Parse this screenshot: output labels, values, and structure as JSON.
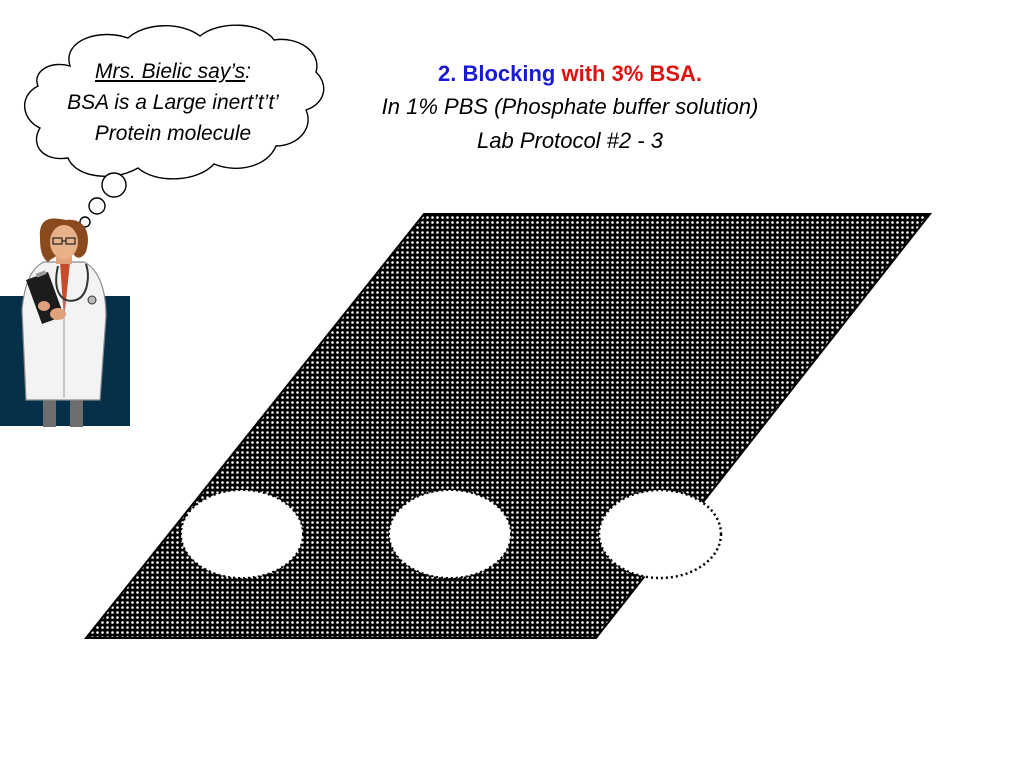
{
  "title": {
    "part_number": "2.",
    "part_blocking": "Blocking",
    "part_with": "with 3% BSA.",
    "line2": "In 1% PBS (Phosphate buffer solution)",
    "line3": "Lab Protocol #2 - 3"
  },
  "thought_bubble": {
    "speaker": "Mrs. Bielic say’s",
    "colon": ":",
    "line2": "BSA is a Large inert’t’t’",
    "line3": "Protein molecule"
  },
  "colors": {
    "blue": "#1a1ad6",
    "red": "#e01010",
    "navy": "#06304a"
  },
  "wells": {
    "count": 3
  },
  "icons": {
    "doctor": "doctor-with-clipboard-icon"
  }
}
